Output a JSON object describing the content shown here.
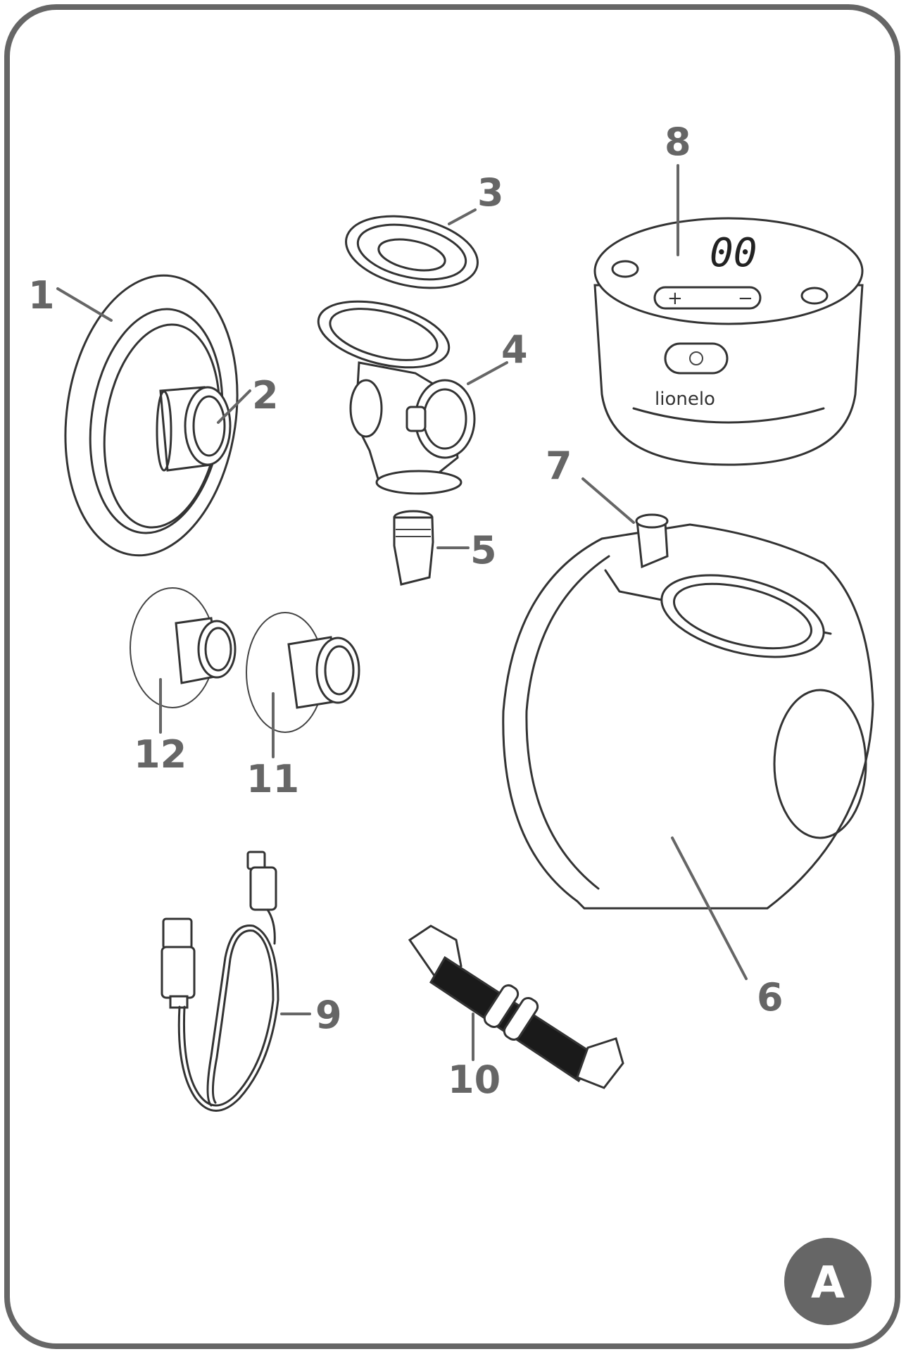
{
  "labels": {
    "p1": "1",
    "p2": "2",
    "p3": "3",
    "p4": "4",
    "p5": "5",
    "p6": "6",
    "p7": "7",
    "p8": "8",
    "p9": "9",
    "p10": "10",
    "p11": "11",
    "p12": "12"
  },
  "device": {
    "display": "00",
    "plus": "+",
    "minus": "−",
    "brand": "lionelo"
  },
  "badge": "A",
  "colors": {
    "frame": "#666666",
    "labels": "#666666",
    "ink": "#333333",
    "badge_bg": "#666666",
    "badge_text": "#ffffff"
  }
}
